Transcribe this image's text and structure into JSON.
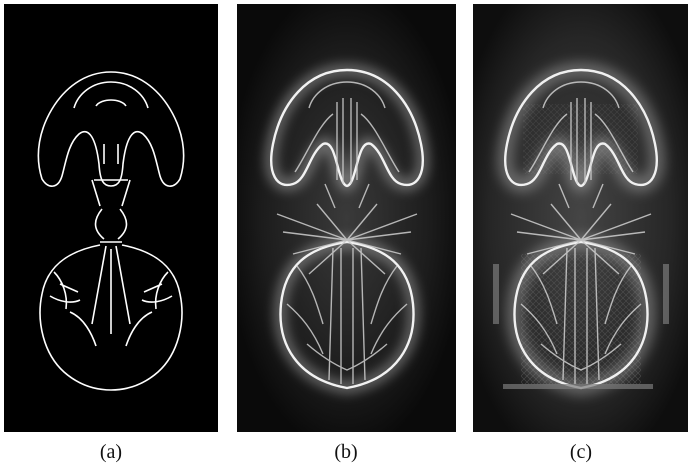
{
  "figure": {
    "panels": [
      {
        "id": "a",
        "caption": "(a)",
        "style": "edge-map"
      },
      {
        "id": "b",
        "caption": "(b)",
        "style": "diffused-field"
      },
      {
        "id": "c",
        "caption": "(c)",
        "style": "diffused-field-textured"
      }
    ],
    "colors": {
      "background": "#000000",
      "stroke": "#ffffff",
      "page": "#ffffff"
    }
  }
}
